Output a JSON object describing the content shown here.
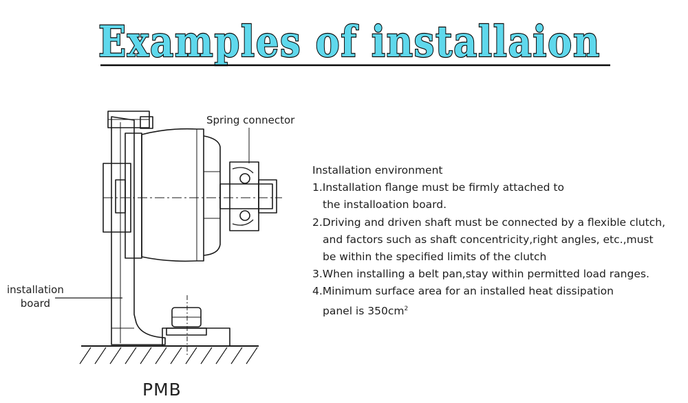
{
  "title": "Examples of installaion",
  "diagram": {
    "spring_label": "Spring connector",
    "board_label_line1": "installation",
    "board_label_line2": "board",
    "caption": "PMB"
  },
  "notes": {
    "heading": "Installation environment",
    "item1_a": "1.Installation flange must be firmly attached to",
    "item1_b": "the installoation board.",
    "item2_a": "2.Driving and driven shaft must be connected by a flexible clutch,",
    "item2_b": "and factors such as shaft concentricity,right angles, etc.,must",
    "item2_c": "be within the specified limits of the clutch",
    "item3": "3.When installing a belt pan,stay within permitted load ranges.",
    "item4_a": "4.Minimum surface area for an installed heat dissipation",
    "item4_b": "panel is 350cm",
    "item4_sup": "2"
  },
  "colors": {
    "title_fill": "#5fd8ec",
    "title_stroke": "#0a0a0a",
    "line": "#1a1a1a"
  }
}
